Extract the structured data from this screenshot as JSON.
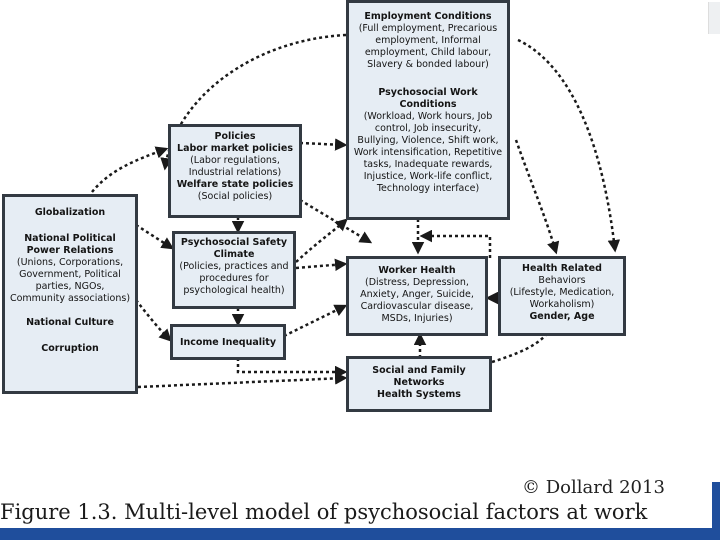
{
  "boxes": {
    "employment": {
      "title": "Employment Conditions",
      "body": "(Full employment, Precarious employment, Informal employment, Child labour, Slavery & bonded labour)",
      "title2": "Psychosocial Work Conditions",
      "body2": "(Workload, Work hours, Job control, Job insecurity, Bullying, Violence, Shift work, Work intensification, Repetitive tasks, Inadequate rewards, Injustice, Work-life conflict, Technology interface)"
    },
    "policies": {
      "title": "Policies",
      "sub1": "Labor market policies",
      "body1": "(Labor regulations, Industrial relations)",
      "sub2": "Welfare state policies",
      "body2": "(Social policies)"
    },
    "macro": {
      "t1": "Globalization",
      "t2": "National Political Power Relations",
      "b2": "(Unions, Corporations, Government, Political parties, NGOs, Community associations)",
      "t3": "National Culture",
      "t4": "Corruption"
    },
    "psc": {
      "title": "Psychosocial Safety Climate",
      "body": "(Policies, practices and procedures for psychological health)"
    },
    "income": {
      "title": "Income Inequality"
    },
    "worker": {
      "title": "Worker Health",
      "body": "(Distress, Depression, Anxiety, Anger, Suicide, Cardiovascular disease, MSDs, Injuries)"
    },
    "behaviors": {
      "title": "Health Related",
      "title_b": "Behaviors",
      "body": "(Lifestyle, Medication, Workaholism)",
      "sub": "Gender, Age"
    },
    "social": {
      "title": "Social and Family Networks",
      "sub": "Health Systems"
    }
  },
  "caption": "Figure 1.3. Multi-level model of psychosocial factors at work",
  "copyright": "© Dollard 2013",
  "colors": {
    "box_fill": "#e6edf4",
    "box_border": "#333a42",
    "arrow": "#1a1a1a",
    "accent_bar": "#1f4e9c"
  }
}
